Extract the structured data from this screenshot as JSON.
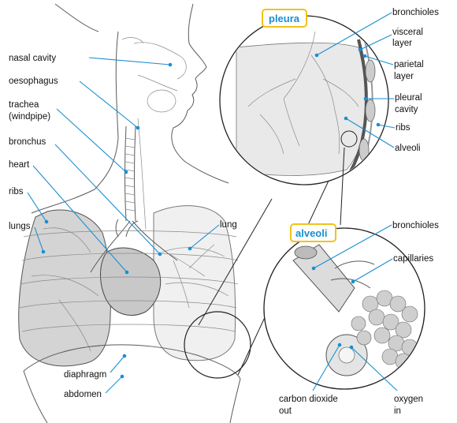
{
  "labels": {
    "nasal_cavity": "nasal cavity",
    "oesophagus": "oesophagus",
    "trachea_1": "trachea",
    "trachea_2": "(windpipe)",
    "bronchus": "bronchus",
    "heart": "heart",
    "ribs_left": "ribs",
    "lungs": "lungs",
    "lung": "lung",
    "diaphragm": "diaphragm",
    "abdomen": "abdomen",
    "pleura_title": "pleura",
    "bronchioles_top": "bronchioles",
    "visceral_1": "visceral",
    "visceral_2": "layer",
    "parietal_1": "parietal",
    "parietal_2": "layer",
    "pleural_1": "pleural",
    "pleural_2": "cavity",
    "ribs_right": "ribs",
    "alveoli_label": "alveoli",
    "alveoli_title": "alveoli",
    "bronchioles_bottom": "bronchioles",
    "capillaries": "capillaries",
    "co2_1": "carbon dioxide",
    "co2_2": "out",
    "oxygen_1": "oxygen",
    "oxygen_2": "in"
  },
  "colors": {
    "leader": "#1a8fd0",
    "title_border": "#f2c21a",
    "title_text": "#1a8fd0"
  }
}
